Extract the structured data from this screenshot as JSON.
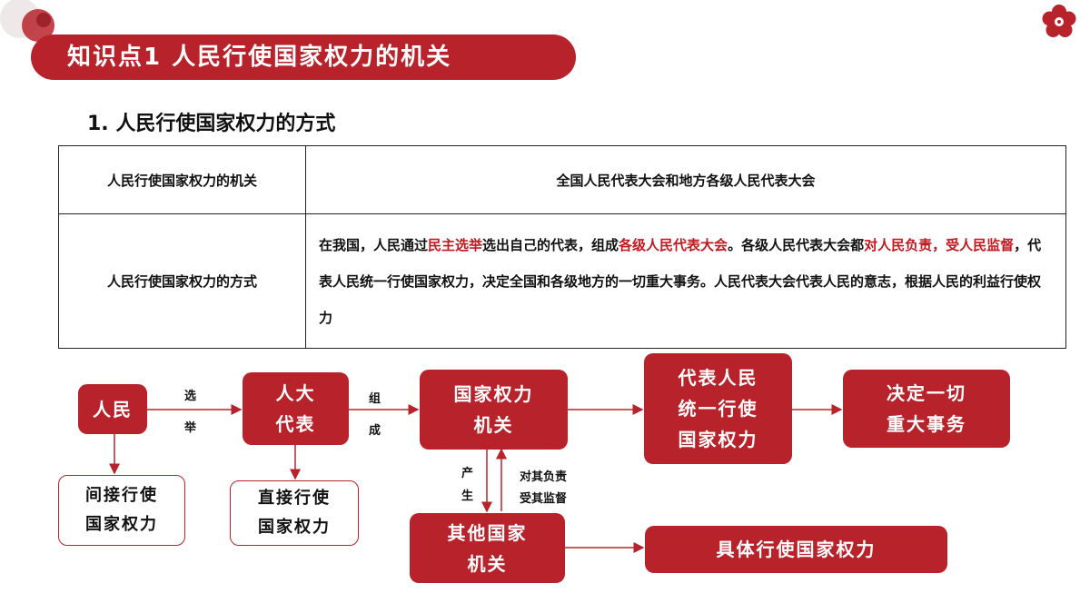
{
  "header": {
    "title": "知识点1  人民行使国家权力的机关",
    "subtitle": "1. 人民行使国家权力的方式"
  },
  "table": {
    "row1": {
      "label": "人民行使国家权力的机关",
      "value": "全国人民代表大会和地方各级人民代表大会"
    },
    "row2": {
      "label": "人民行使国家权力的方式",
      "segments": [
        "在我国，人民通过",
        "民主选举",
        "选出自己的代表，组成",
        "各级人民代表大会",
        "。各级人民代表大会都",
        "对人民负责，受人民监督",
        "，代表人民统一行使国家权力，决定全国和各级地方的一切重大事务。人民代表大会代表人民的意志，根据人民的利益行使权力"
      ]
    }
  },
  "flow": {
    "people": "人民",
    "npc_line1": "人大",
    "npc_line2": "代表",
    "organ_line1": "国家权力",
    "organ_line2": "机关",
    "rep_line1": "代表人民",
    "rep_line2": "统一行使",
    "rep_line3": "国家权力",
    "decide_line1": "决定一切",
    "decide_line2": "重大事务",
    "indirect_line1": "间接行使",
    "indirect_line2": "国家权力",
    "direct_line1": "直接行使",
    "direct_line2": "国家权力",
    "other_line1": "其他国家",
    "other_line2": "机关",
    "specific": "具体行使国家权力",
    "elect_1": "选",
    "elect_2": "举",
    "form_1": "组",
    "form_2": "成",
    "produce_1": "产",
    "produce_2": "生",
    "resp_1": "对其负责",
    "resp_2": "受其监督"
  },
  "colors": {
    "accent": "#b8232b",
    "highlight": "#c0191f"
  }
}
